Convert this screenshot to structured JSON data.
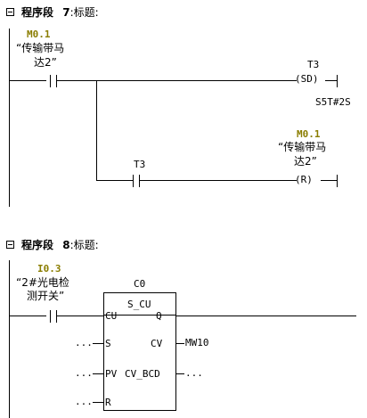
{
  "segment1": {
    "label": "程序段",
    "number": "7",
    "title": ":标题:",
    "contact": {
      "address": "M0.1",
      "comment_line1": "“传输带马",
      "comment_line2": "达2”"
    },
    "timer_coil": {
      "name": "T3",
      "symbol": "SD",
      "value": "S5T#2S"
    },
    "contact2": {
      "name": "T3"
    },
    "reset_coil": {
      "address": "M0.1",
      "comment_line1": "“传输带马",
      "comment_line2": "达2”",
      "symbol": "R"
    }
  },
  "segment2": {
    "label": "程序段",
    "number": "8",
    "title": ":标题:",
    "contact": {
      "address": "I0.3",
      "comment_line1": "“2#光电检",
      "comment_line2": "测开关”"
    },
    "counter": {
      "name": "C0",
      "type": "S_CU",
      "pins": {
        "cu": "CU",
        "q": "Q",
        "s": "S",
        "cv": "CV",
        "pv": "PV",
        "cv_bcd": "CV_BCD",
        "r": "R"
      },
      "s_param": "...",
      "cv_param": "MW10",
      "pv_param": "...",
      "cv_bcd_param": "...",
      "r_param": "..."
    }
  }
}
